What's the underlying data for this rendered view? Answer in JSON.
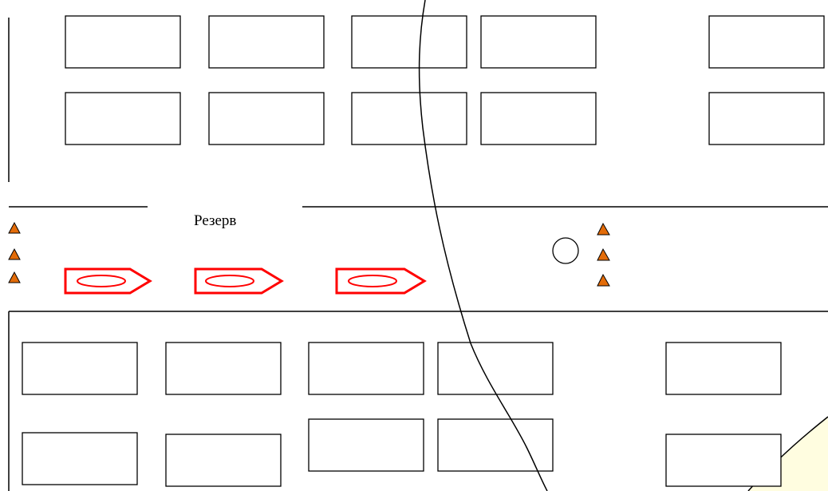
{
  "scheme": {
    "reserve_label": "Резерв",
    "colors": {
      "warning_triangle": "#e36c09",
      "boat_outline": "#ff0000",
      "page_fold": "#fffde0"
    },
    "top_blocks": {
      "rows": 2,
      "count": 10
    },
    "bottom_blocks": {
      "rows": 2,
      "count": 10
    },
    "reserve_boats": {
      "count": 3,
      "icon": "boat-icon"
    },
    "warning_markers": {
      "left_count": 3,
      "right_count": 3,
      "icon": "warning-triangle-icon"
    }
  }
}
